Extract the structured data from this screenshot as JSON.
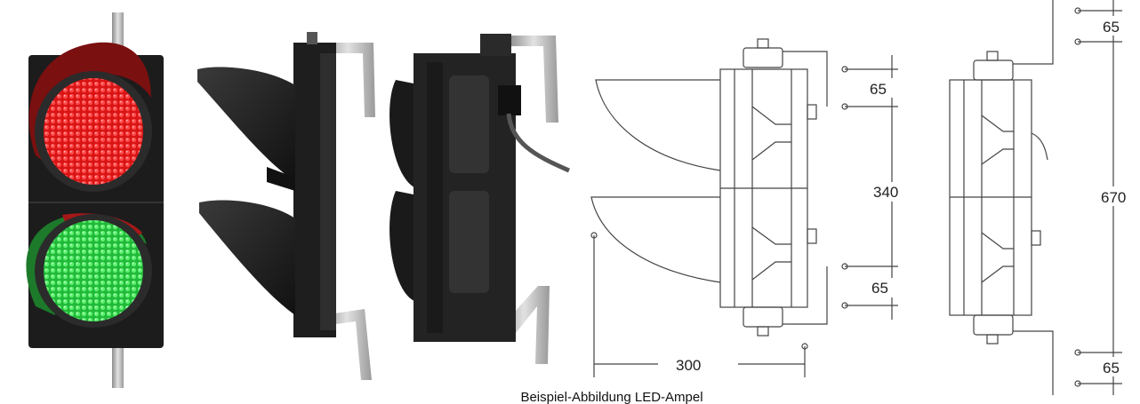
{
  "caption": "Beispiel-Abbildung LED-Ampel",
  "dimensions": {
    "side_top_gap": "65",
    "side_height": "340",
    "side_bottom_gap": "65",
    "side_depth": "300",
    "back_top_gap": "65",
    "back_height": "670",
    "back_bottom_gap": "65"
  },
  "colors": {
    "housing": "#1c1c1c",
    "visor": "#2a2a2a",
    "red_lens": "#e31b1b",
    "green_lens": "#34d24a",
    "bracket": "#b8b8b8",
    "drawing_line": "#444444"
  },
  "lamps": [
    "red",
    "green"
  ]
}
